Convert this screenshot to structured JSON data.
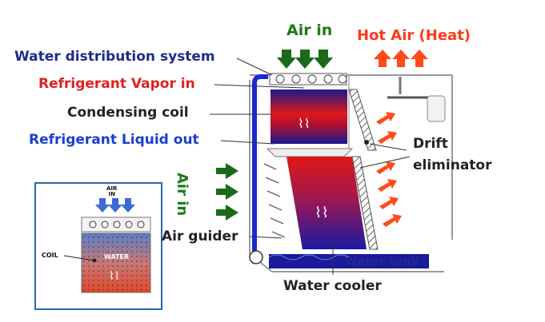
{
  "labels": {
    "air_in_top": "Air in",
    "hot_air": "Hot Air (Heat)",
    "water_distribution": "Water distribution system",
    "refrigerant_vapor_in": "Refrigerant Vapor in",
    "condensing_coil": "Condensing coil",
    "refrigerant_liquid_out": "Refrigerant Liquid out",
    "drift_eliminator_1": "Drift",
    "drift_eliminator_2": "eliminator",
    "air_in_side": "Air in",
    "air_guider": "Air guider",
    "water_tank": "Water tank",
    "water_cooler": "Water cooler"
  },
  "inset": {
    "air_in": "AIR\nIN",
    "coil": "COIL",
    "water": "WATER"
  },
  "colors": {
    "navy": "#1f2a8c",
    "red": "#e02020",
    "blue": "#1a3fd0",
    "green": "#1a7a1a",
    "orange": "#ff3a1a"
  }
}
